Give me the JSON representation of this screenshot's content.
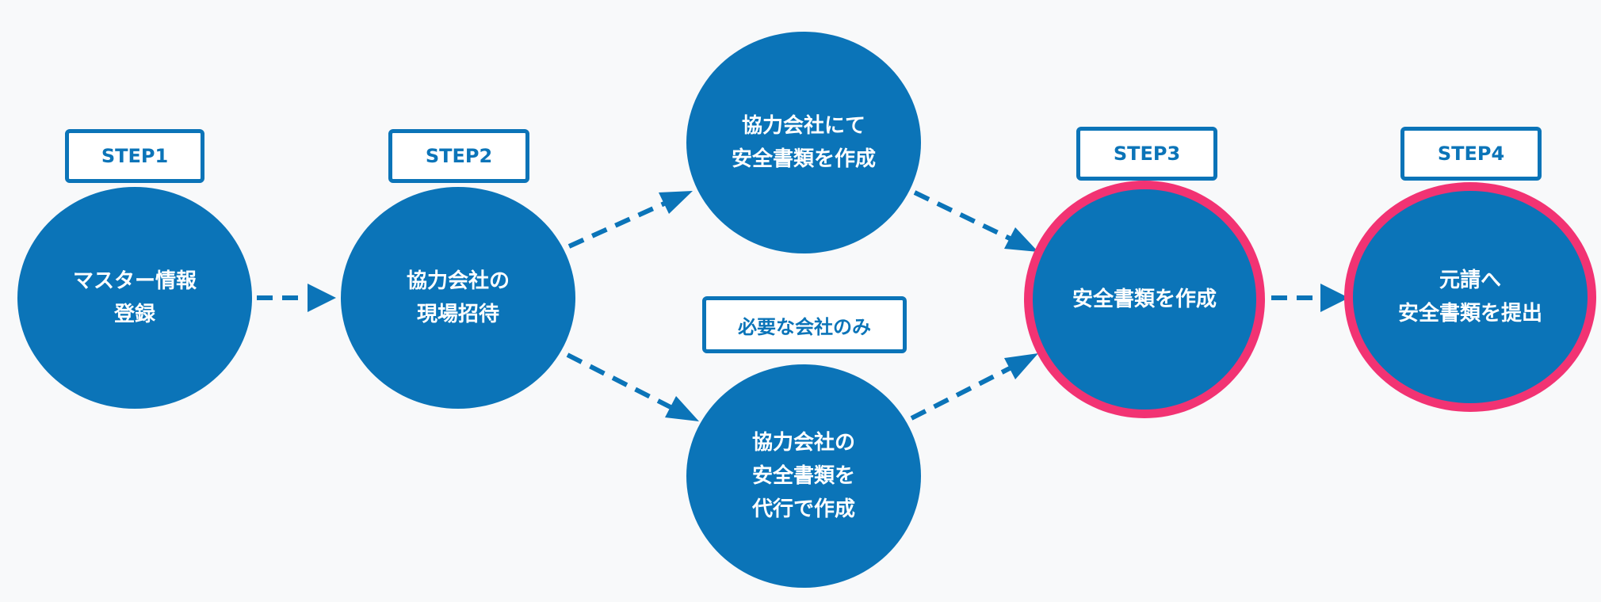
{
  "colors": {
    "node_fill": "#0b74b8",
    "highlight_ring": "#f23373",
    "tag_border": "#0b74b8",
    "arrow": "#0b74b8",
    "background": "#f8f9fa"
  },
  "tags": {
    "step1": "STEP1",
    "step2": "STEP2",
    "step3": "STEP3",
    "step4": "STEP4",
    "optional": "必要な会社のみ"
  },
  "nodes": {
    "master_info": "マスター情報\n登録",
    "invite_partner": "協力会社の\n現場招待",
    "partner_creates": "協力会社にて\n安全書類を作成",
    "create_on_behalf": "協力会社の\n安全書類を\n代行で作成",
    "create_docs": "安全書類を作成",
    "submit_docs": "元請へ\n安全書類を提出"
  }
}
